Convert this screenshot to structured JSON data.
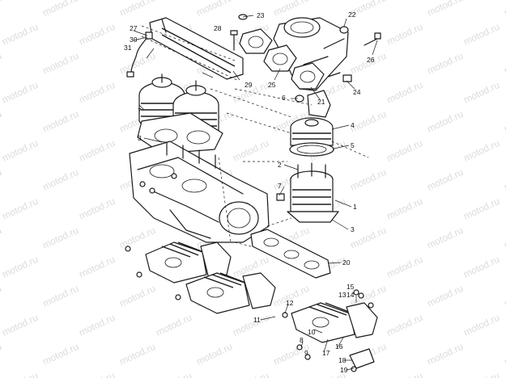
{
  "watermark": {
    "text": "motod.ru"
  },
  "callouts": {
    "c1": "1",
    "c2": "2",
    "c3a": "3",
    "c3b": "3",
    "c4": "4",
    "c5": "5",
    "c6": "6",
    "c7a": "7",
    "c7b": "7",
    "c8": "8",
    "c9": "9",
    "c10": "10",
    "c11": "11",
    "c12": "12",
    "c13": "13",
    "c14": "14",
    "c15": "15",
    "c16": "16",
    "c17": "17",
    "c18": "18",
    "c19": "19",
    "c20": "20",
    "c21": "21",
    "c22": "22",
    "c23": "23",
    "c24": "24",
    "c25": "25",
    "c26": "26",
    "c27": "27",
    "c28": "28",
    "c29": "29",
    "c30": "30",
    "c31": "31"
  }
}
